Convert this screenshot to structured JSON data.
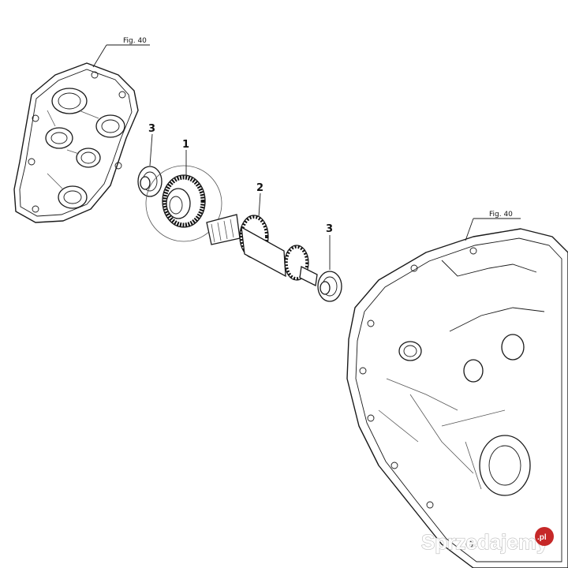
{
  "figure_refs": {
    "left": "Fig. 40",
    "right": "Fig. 40"
  },
  "callouts": {
    "gear": "1",
    "shaft": "2",
    "bearing_left": "3",
    "bearing_right": "3"
  },
  "watermark": {
    "text": "Sprzedajemy",
    "suffix": ".pl"
  }
}
